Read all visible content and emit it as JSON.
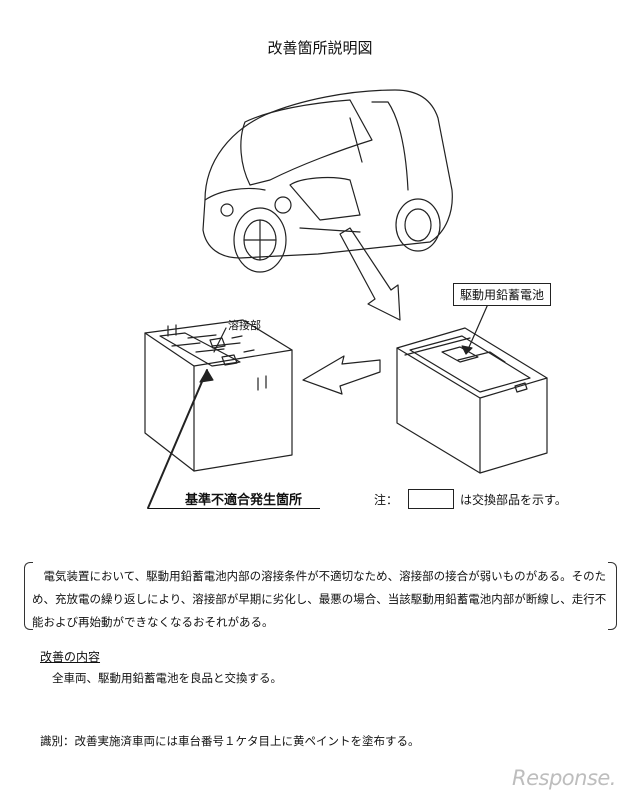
{
  "title": "改善箇所説明図",
  "figure": {
    "weld_label": "溶接部",
    "battery_label": "駆動用鉛蓄電池",
    "defect_label": "基準不適合発生箇所",
    "note_prefix": "注：",
    "note_suffix": "は交換部品を示す。"
  },
  "explanation": "電気装置において、駆動用鉛蓄電池内部の溶接条件が不適切なため、溶接部の接合が弱いものがある。そのため、充放電の繰り返しにより、溶接部が早期に劣化し、最悪の場合、当該駆動用鉛蓄電池内部が断線し、走行不能および再始動ができなくなるおそれがある。",
  "improvement": {
    "heading": "改善の内容",
    "body": "全車両、駆動用鉛蓄電池を良品と交換する。"
  },
  "identification": "識別：改善実施済車両には車台番号１ケタ目上に黄ペイントを塗布する。",
  "watermark": "Response."
}
